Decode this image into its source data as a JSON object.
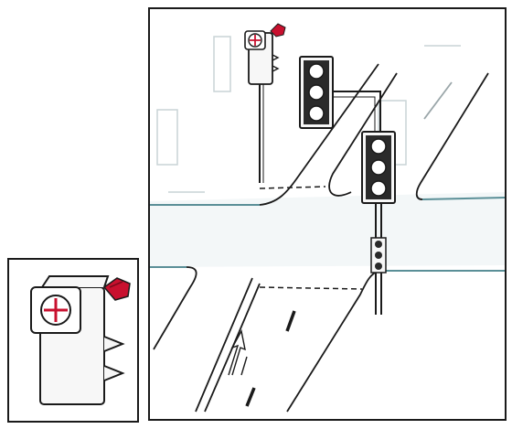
{
  "colors": {
    "line": "#1a1a1a",
    "road_edge_blue": "#5a8f97",
    "road_fill": "#f3f7f8",
    "housing": "#f7f7f7",
    "button_red": "#c8102e",
    "cross_red": "#c8102e",
    "sky_sketch": "#c9d3d6"
  },
  "scene": {
    "signals": [
      {
        "id": "vehicle-signal-left",
        "lamps": 3
      },
      {
        "id": "vehicle-signal-right",
        "lamps": 3
      },
      {
        "id": "pedestrian-call-signal",
        "button": "red"
      }
    ],
    "lane_arrow": "merge-left-arrow",
    "inset": "pedestrian-call-button-closeup"
  }
}
